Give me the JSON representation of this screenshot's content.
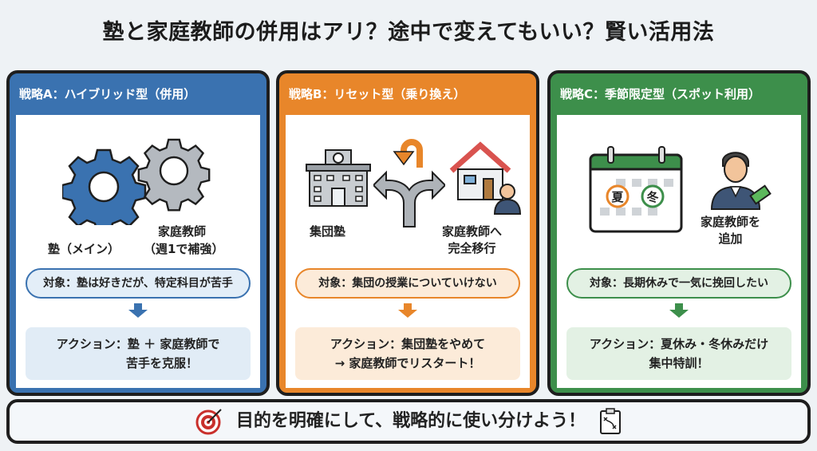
{
  "title": "塾と家庭教師の併用はアリ？途中で変えてもいい？賢い活用法",
  "colors": {
    "a": "#3a72b0",
    "b": "#e8862a",
    "c": "#3d8f4b"
  },
  "panels": [
    {
      "header": "戦略A：ハイブリッド型（併用）",
      "label_main": "塾（メイン）",
      "label_sub_1": "家庭教師",
      "label_sub_2": "（週1で補強）",
      "target": "対象：塾は好きだが、特定科目が苦手",
      "action_1": "アクション：塾 ＋ 家庭教師で",
      "action_2": "苦手を克服！"
    },
    {
      "header": "戦略B：リセット型（乗り換え）",
      "label_left": "集団塾",
      "label_right_1": "家庭教師へ",
      "label_right_2": "完全移行",
      "target": "対象：集団の授業についていけない",
      "action_1": "アクション：集団塾をやめて",
      "action_2": "→ 家庭教師でリスタート！"
    },
    {
      "header": "戦略C：季節限定型（スポット利用）",
      "summer": "夏",
      "winter": "冬",
      "label_right_1": "家庭教師を",
      "label_right_2": "追加",
      "target": "対象：長期休みで一気に挽回したい",
      "action_1": "アクション：夏休み・冬休みだけ",
      "action_2": "集中特訓！"
    }
  ],
  "banner": "目的を明確にして、戦略的に使い分けよう！"
}
